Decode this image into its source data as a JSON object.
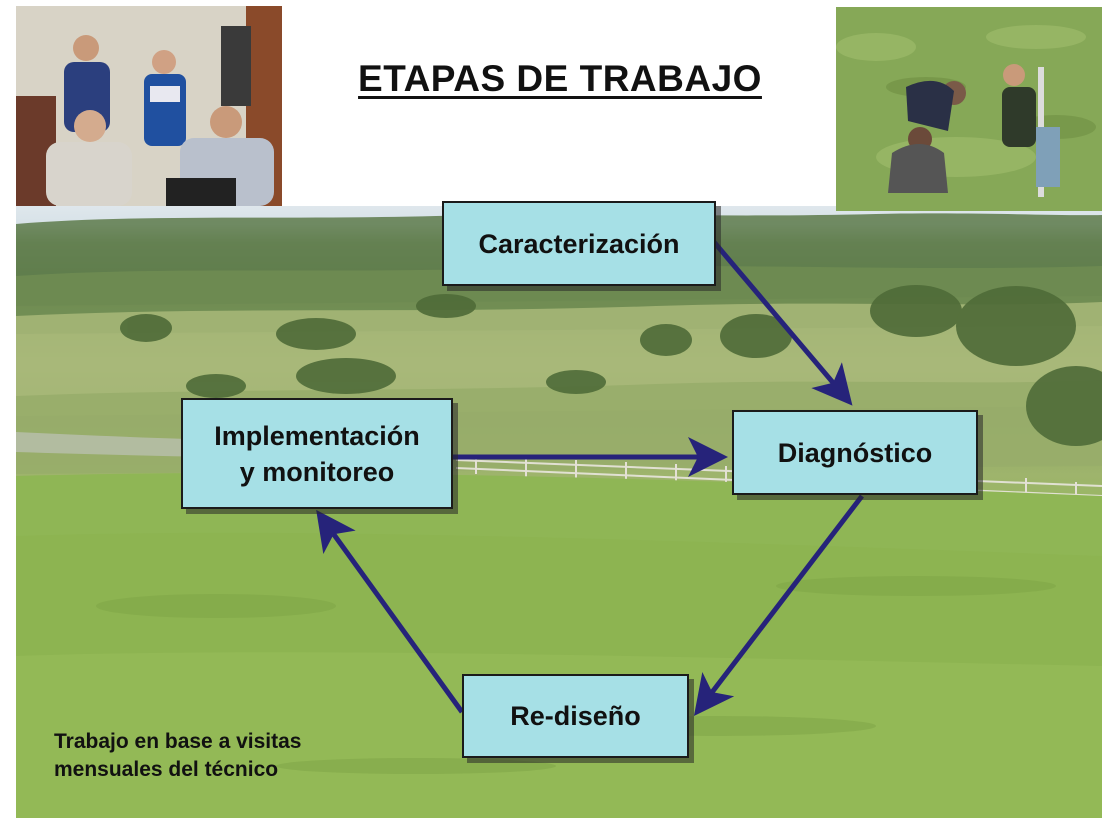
{
  "title": "ETAPAS DE TRABAJO",
  "stages": {
    "caracterizacion": "Caracterización",
    "diagnostico": "Diagnóstico",
    "implementacion_line1": "Implementación",
    "implementacion_line2": "y monitoreo",
    "rediseno": "Re-diseño"
  },
  "cycle": [
    {
      "from": "Caracterización",
      "to": "Diagnóstico"
    },
    {
      "from": "Diagnóstico",
      "to": "Re-diseño"
    },
    {
      "from": "Re-diseño",
      "to": "Implementación y monitoreo"
    },
    {
      "from": "Implementación y monitoreo",
      "to": "Diagnóstico"
    }
  ],
  "note": {
    "line1": "Trabajo en base a visitas",
    "line2": "mensuales del técnico"
  },
  "colors": {
    "stage_fill": "#a6e0e6",
    "arrow": "#26237a",
    "title": "#111111"
  },
  "images": [
    "photo-farm-family-meeting",
    "photo-field-sampling",
    "landscape-pasture"
  ]
}
